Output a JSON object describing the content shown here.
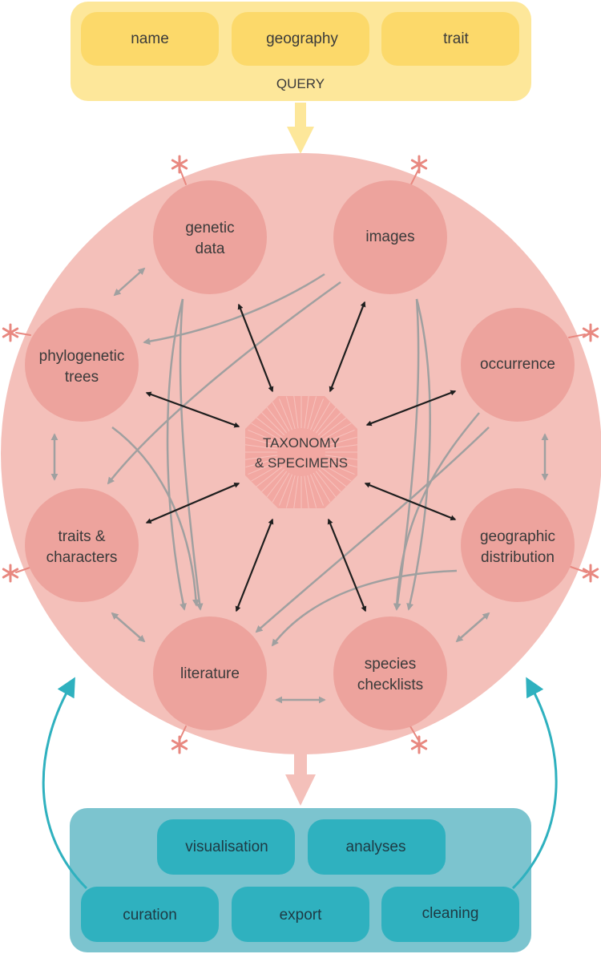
{
  "colors": {
    "query_panel": "#fde79a",
    "query_pill": "#fcd96a",
    "main_circle": "#f4c0ba",
    "node": "#eda39d",
    "center": "#f2a8a2",
    "output_panel": "#7cc4cf",
    "output_pill": "#2fb1bf",
    "teal_arrow": "#2fb1bf",
    "grey_arrow": "#a0a0a0",
    "black_arrow": "#1e1e1e",
    "asterisk": "#e88880"
  },
  "query": {
    "title": "QUERY",
    "items": [
      "name",
      "geography",
      "trait"
    ]
  },
  "center": {
    "line1": "TAXONOMY",
    "line2": "& SPECIMENS"
  },
  "nodes": {
    "genetic_data": {
      "line1": "genetic",
      "line2": "data"
    },
    "images": {
      "line1": "images"
    },
    "phylogenetic_trees": {
      "line1": "phylogenetic",
      "line2": "trees"
    },
    "occurrence": {
      "line1": "occurrence"
    },
    "traits_characters": {
      "line1": "traits &",
      "line2": "characters"
    },
    "geographic_distribution": {
      "line1": "geographic",
      "line2": "distribution"
    },
    "literature": {
      "line1": "literature"
    },
    "species_checklists": {
      "line1": "species",
      "line2": "checklists"
    }
  },
  "output": {
    "row1": [
      "visualisation",
      "analyses"
    ],
    "row2": [
      "curation",
      "export",
      "cleaning"
    ]
  }
}
